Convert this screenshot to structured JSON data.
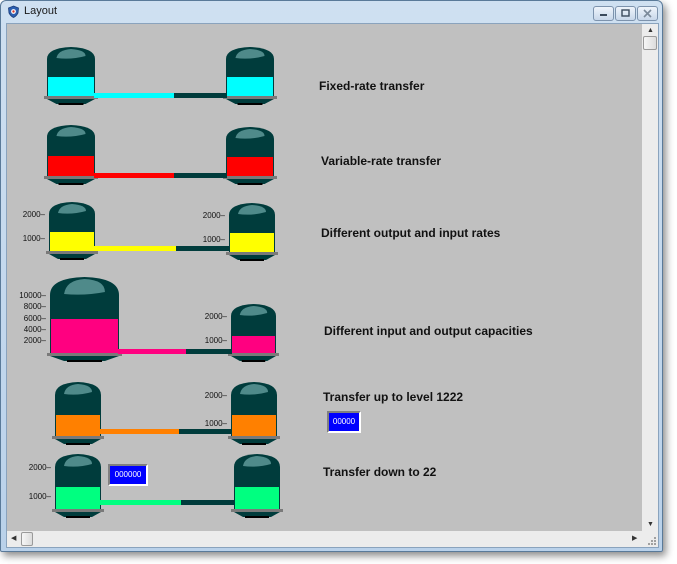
{
  "window": {
    "title": "Layout",
    "buttons": {
      "minimize": "minimize",
      "maximize": "maximize",
      "close": "close"
    }
  },
  "colors": {
    "tank_body": "#003c3c",
    "tank_dome_highlight": "#4f8a8a",
    "pipe_empty": "#003c3c",
    "background": "#c0c0c0",
    "display_bg": "#0000ff"
  },
  "rows": [
    {
      "label": "Fixed-rate transfer",
      "liquid_color": "#00ffff",
      "source_level_fraction": 0.55,
      "target_level_fraction": 0.55,
      "pipe_fill_fraction": 0.6,
      "source_scale": [],
      "target_scale": []
    },
    {
      "label": "Variable-rate transfer",
      "liquid_color": "#ff0000",
      "source_level_fraction": 0.55,
      "target_level_fraction": 0.53,
      "pipe_fill_fraction": 0.6,
      "source_scale": [],
      "target_scale": []
    },
    {
      "label": "Different output and input rates",
      "liquid_color": "#ffff00",
      "source_level_fraction": 0.55,
      "target_level_fraction": 0.55,
      "pipe_fill_fraction": 0.6,
      "source_scale": [
        "2000",
        "1000"
      ],
      "target_scale": [
        "2000",
        "1000"
      ]
    },
    {
      "label": "Different input and output capacities",
      "liquid_color": "#ff0080",
      "source_level_fraction": 0.6,
      "target_level_fraction": 0.5,
      "pipe_fill_fraction": 0.6,
      "source_scale": [
        "10000",
        "8000",
        "6000",
        "4000",
        "2000"
      ],
      "target_scale": [
        "2000",
        "1000"
      ]
    },
    {
      "label": "Transfer up to level 1222",
      "liquid_color": "#ff8000",
      "source_level_fraction": 0.55,
      "target_level_fraction": 0.55,
      "pipe_fill_fraction": 0.6,
      "source_scale": [],
      "target_scale": [
        "2000",
        "1000"
      ],
      "display_value": "00000"
    },
    {
      "label": "Transfer down to 22",
      "liquid_color": "#00ff80",
      "source_level_fraction": 0.55,
      "target_level_fraction": 0.56,
      "pipe_fill_fraction": 0.6,
      "source_scale": [
        "2000",
        "1000"
      ],
      "target_scale": [],
      "display_value": "000000"
    }
  ]
}
